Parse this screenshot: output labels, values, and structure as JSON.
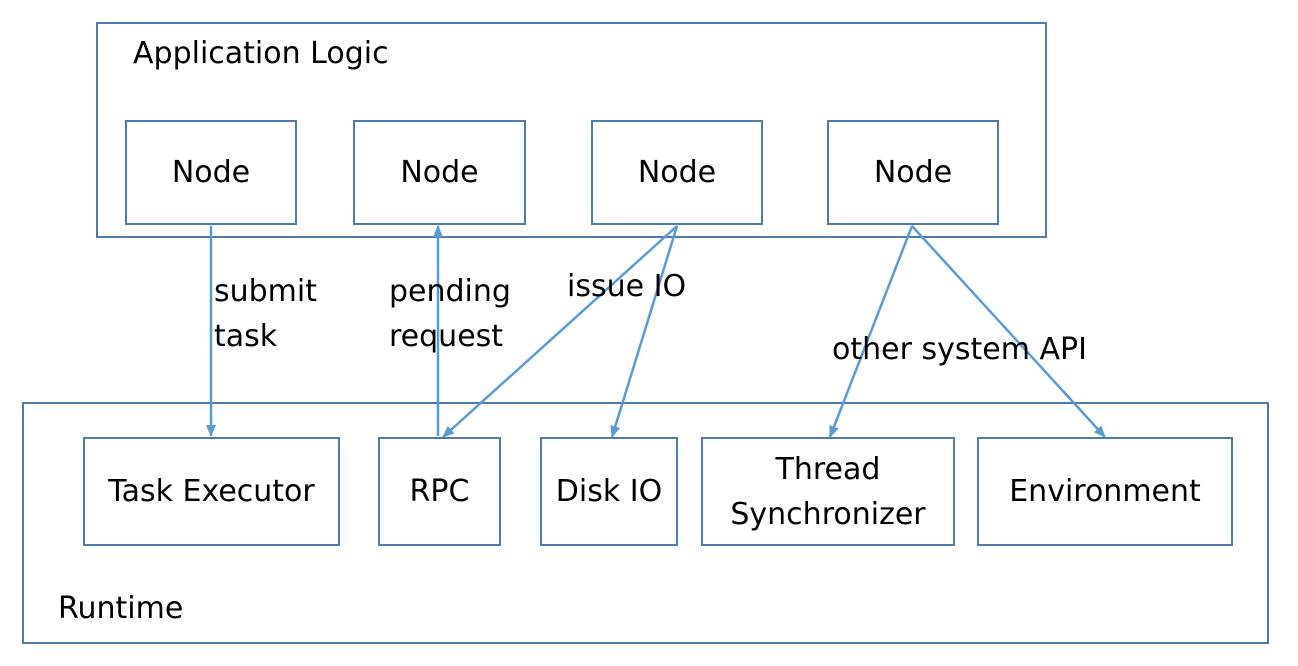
{
  "application": {
    "title": "Application Logic",
    "nodes": [
      "Node",
      "Node",
      "Node",
      "Node"
    ]
  },
  "runtime": {
    "title": "Runtime",
    "components": {
      "task_executor": "Task Executor",
      "rpc": "RPC",
      "disk_io": "Disk IO",
      "thread_synchronizer": "Thread\nSynchronizer",
      "environment": "Environment"
    }
  },
  "edges": {
    "submit_task": "submit\ntask",
    "pending_request": "pending\nrequest",
    "issue_io": "issue IO",
    "other_system_api": "other system API"
  },
  "colors": {
    "border": "#4f7bab",
    "arrow": "#5b9bd5"
  }
}
